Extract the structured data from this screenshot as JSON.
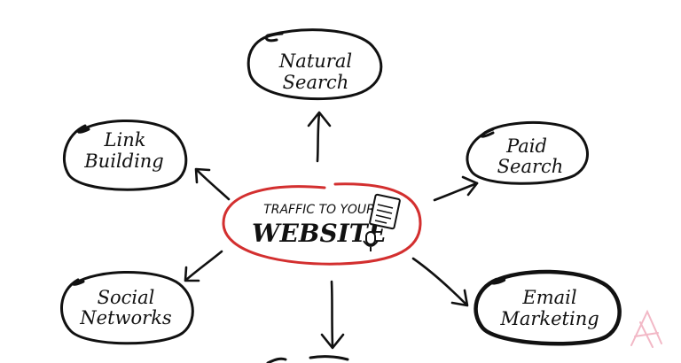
{
  "colors": {
    "ink": "#111111",
    "accent_red": "#d32f2f",
    "paper": "#ffffff",
    "watermark": "#f2b8c6"
  },
  "center": {
    "line1": "TRAFFIC TO YOUR",
    "line2": "WEBSITE"
  },
  "nodes": {
    "natural_search": {
      "line1": "Natural",
      "line2": "Search"
    },
    "paid_search": {
      "line1": "Paid",
      "line2": "Search"
    },
    "link_building": {
      "line1": "Link",
      "line2": "Building"
    },
    "social_networks": {
      "line1": "Social",
      "line2": "Networks"
    },
    "email_marketing": {
      "line1": "Email",
      "line2": "Marketing"
    }
  },
  "icons": {
    "document": "document-icon",
    "microphone": "microphone-icon",
    "watermark": "watermark-logo"
  }
}
